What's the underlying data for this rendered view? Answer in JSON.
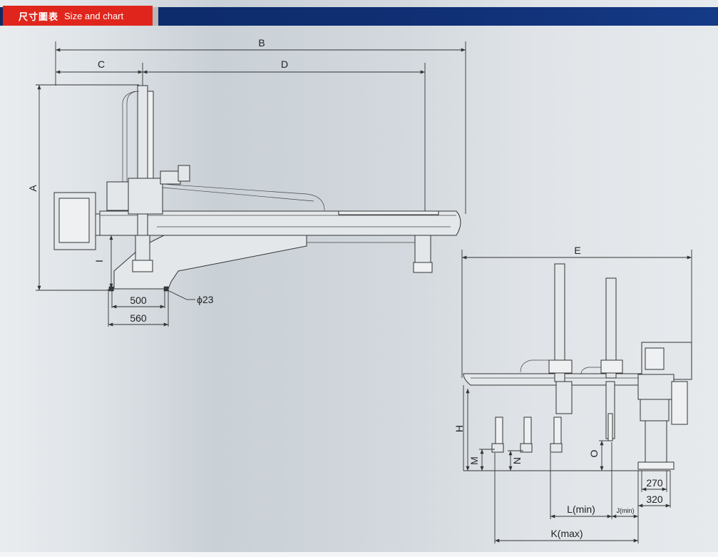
{
  "header": {
    "title_cn": "尺寸圖表",
    "title_en": "Size and chart"
  },
  "side_view": {
    "labels": {
      "overall_length": "B",
      "base_to_axis": "C",
      "travel": "D",
      "height": "A",
      "drop": "I",
      "base_inner": "500",
      "base_outer": "560",
      "hole_diameter": "ϕ23"
    }
  },
  "front_view": {
    "labels": {
      "overall_width": "E",
      "height": "H",
      "arm_m": "M",
      "arm_n": "N",
      "arm_o": "O",
      "stroke_min": "L(min)",
      "stroke_j": "J(min)",
      "stroke_max": "K(max)",
      "base_inner": "270",
      "base_outer": "320"
    }
  },
  "colors": {
    "header_red": "#e0261c",
    "header_blue": "#0b2a66"
  }
}
